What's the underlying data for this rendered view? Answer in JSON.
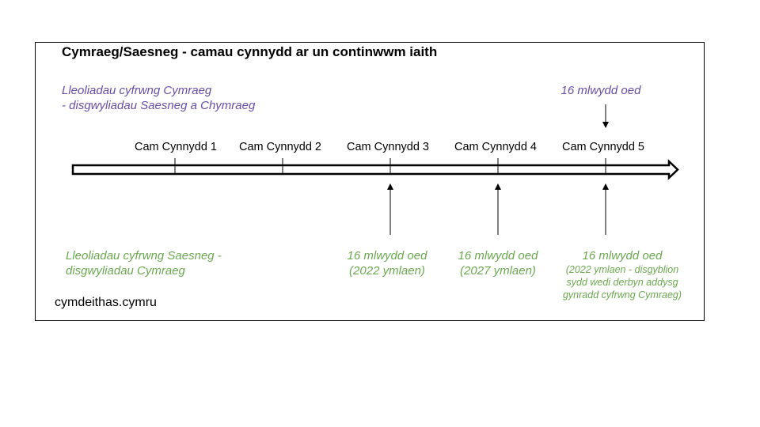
{
  "title": "Cymraeg/Saesneg - camau cynnydd ar un continwwm iaith",
  "top_left": {
    "line1": "Lleoliadau cyfrwng Cymraeg",
    "line2": "- disgwyliadau Saesneg a Chymraeg"
  },
  "top_right": "16 mlwydd oed",
  "stages": [
    "Cam Cynnydd 1",
    "Cam Cynnydd 2",
    "Cam Cynnydd 3",
    "Cam Cynnydd 4",
    "Cam Cynnydd 5"
  ],
  "bottom_left": {
    "line1": "Lleoliadau cyfrwng Saesneg -",
    "line2": "disgwyliadau Cymraeg"
  },
  "stage3_note": {
    "line1": "16 mlwydd oed",
    "line2": "(2022 ymlaen)"
  },
  "stage4_note": {
    "line1": "16 mlwydd oed",
    "line2": "(2027 ymlaen)"
  },
  "stage5_note": {
    "line1": "16 mlwydd oed",
    "line2": "(2022 ymlaen - disgyblion",
    "line3": "sydd wedi derbyn addysg",
    "line4": "gynradd cyfrwng Cymraeg)"
  },
  "footer": "cymdeithas.cymru",
  "colors": {
    "purple": "#674ea7",
    "green": "#6aa84f"
  }
}
